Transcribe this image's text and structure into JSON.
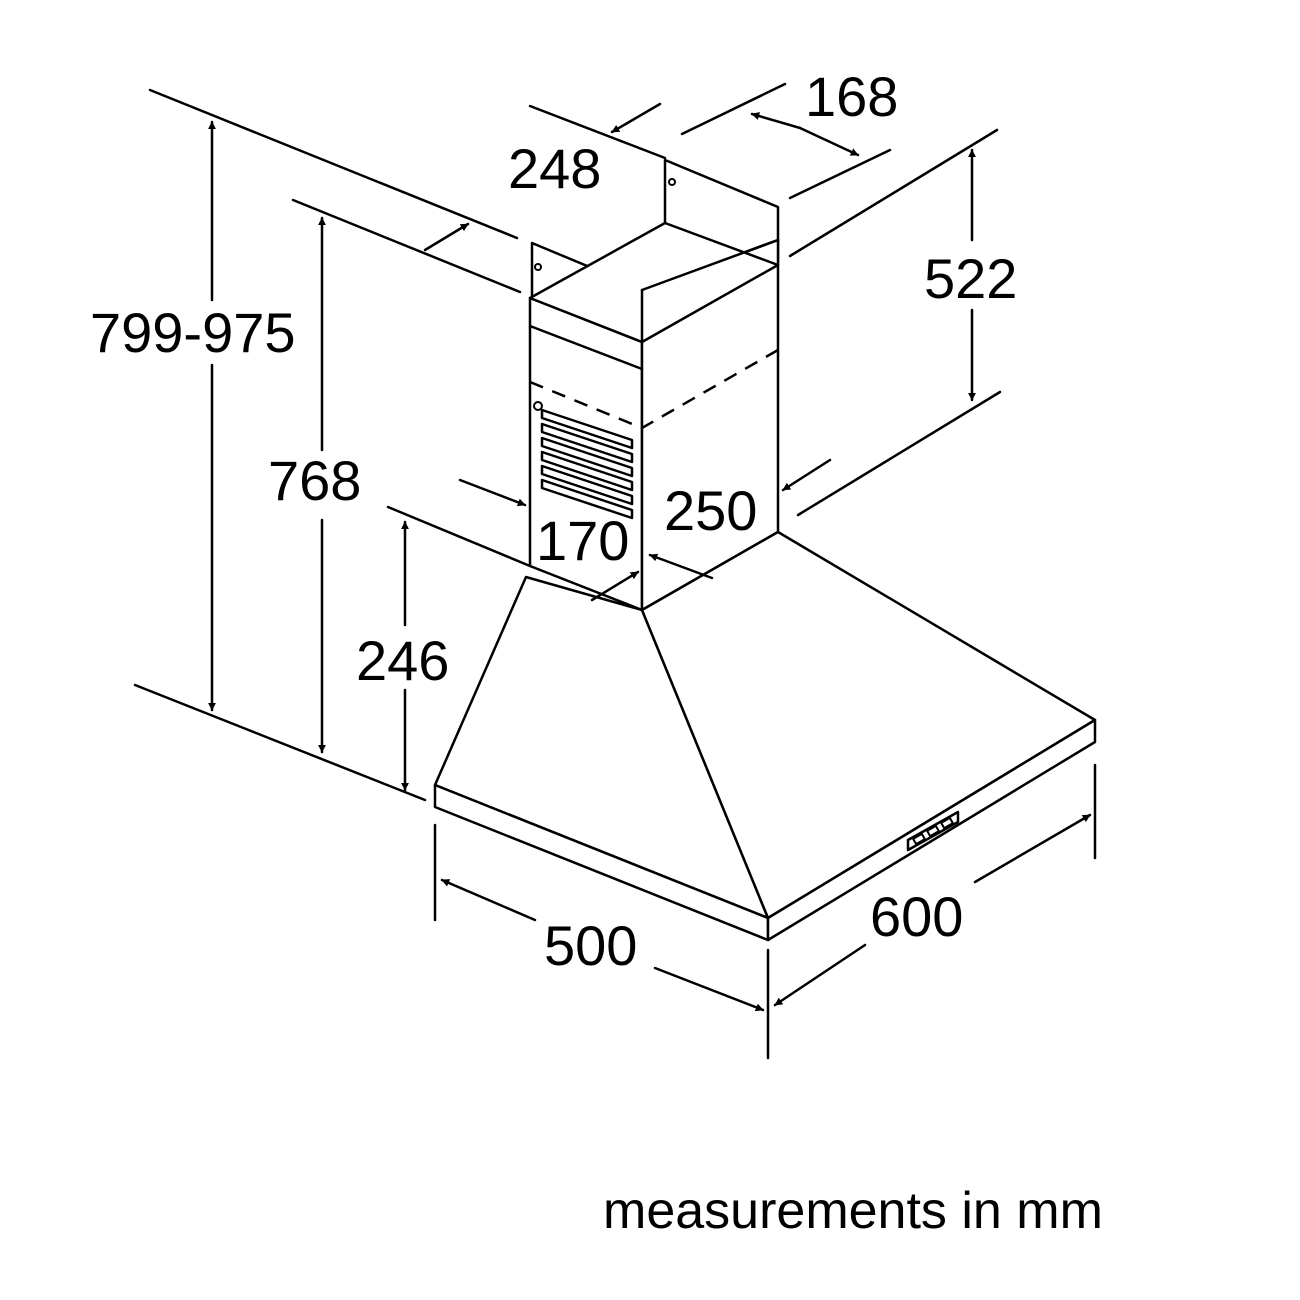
{
  "dimensions": {
    "depth_duct_top": "248",
    "width_duct_top": "168",
    "upper_duct_height": "522",
    "total_height_range": "799-975",
    "height_768": "768",
    "lower_duct_width": "250",
    "lower_duct_depth": "170",
    "canopy_height": "246",
    "canopy_depth": "500",
    "canopy_width": "600"
  },
  "note": "measurements in mm",
  "colors": {
    "line": "#000000",
    "background": "#ffffff"
  }
}
